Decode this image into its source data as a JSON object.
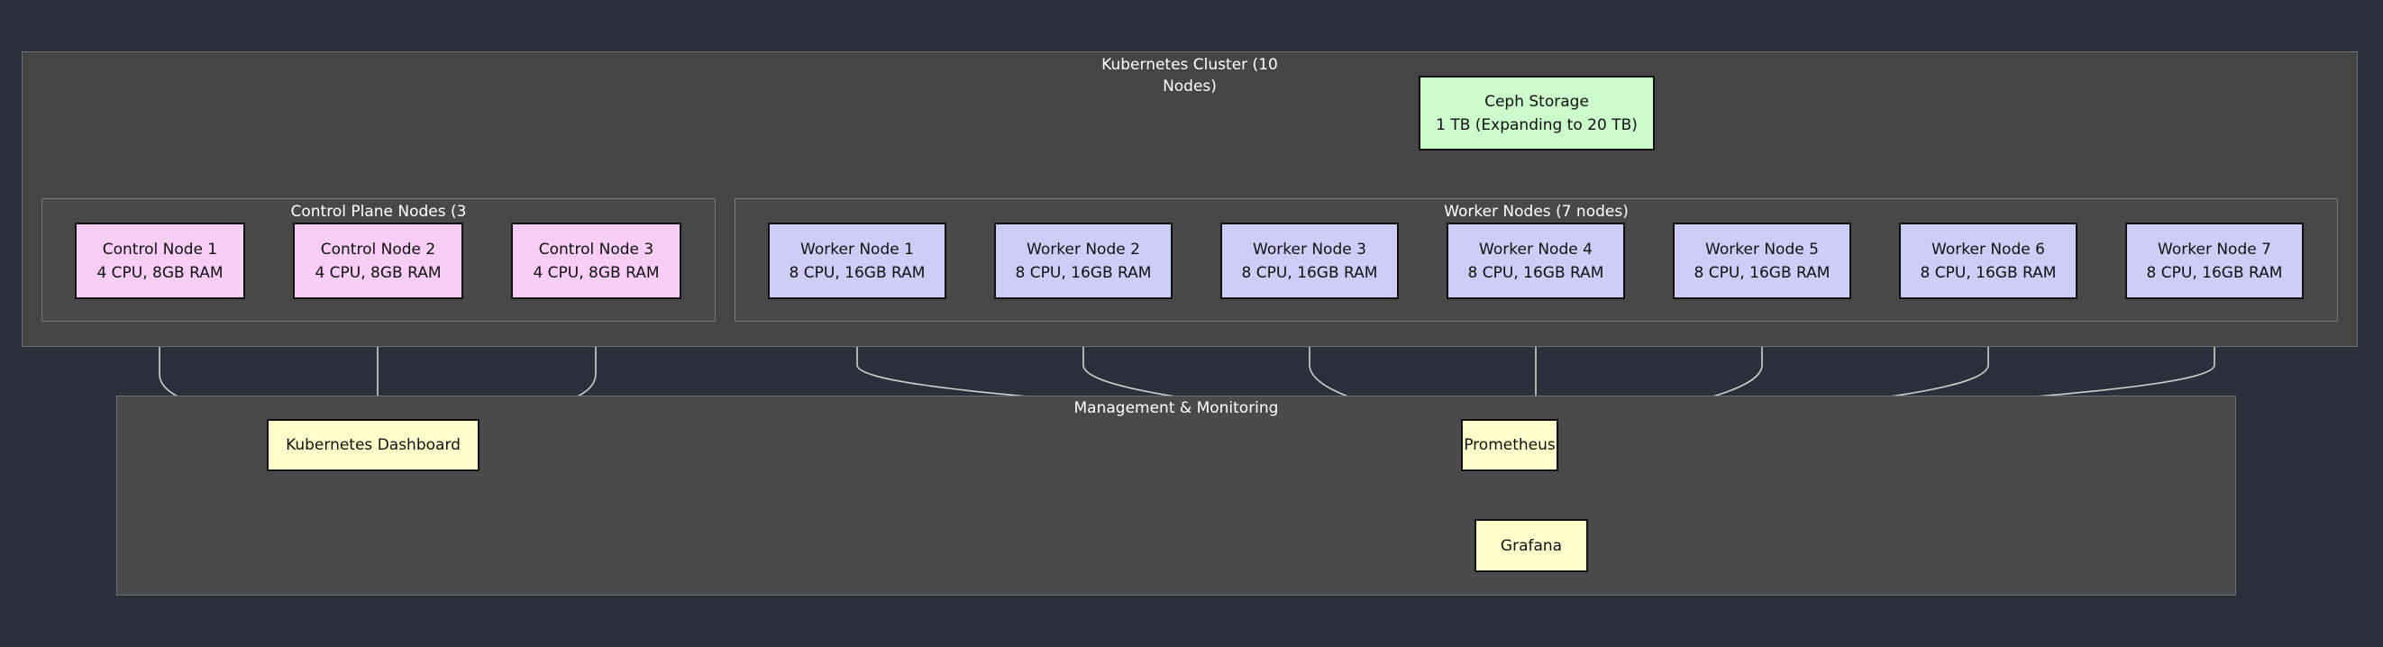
{
  "cluster": {
    "title_line1": "Kubernetes Cluster (10",
    "title_line2": "Nodes)",
    "control_plane": {
      "title": "Control Plane Nodes (3",
      "nodes": [
        {
          "name": "Control Node 1",
          "spec": "4 CPU, 8GB RAM"
        },
        {
          "name": "Control Node 2",
          "spec": "4 CPU, 8GB RAM"
        },
        {
          "name": "Control Node 3",
          "spec": "4 CPU, 8GB RAM"
        }
      ]
    },
    "workers": {
      "title": "Worker Nodes (7 nodes)",
      "nodes": [
        {
          "name": "Worker Node 1",
          "spec": "8 CPU, 16GB RAM"
        },
        {
          "name": "Worker Node 2",
          "spec": "8 CPU, 16GB RAM"
        },
        {
          "name": "Worker Node 3",
          "spec": "8 CPU, 16GB RAM"
        },
        {
          "name": "Worker Node 4",
          "spec": "8 CPU, 16GB RAM"
        },
        {
          "name": "Worker Node 5",
          "spec": "8 CPU, 16GB RAM"
        },
        {
          "name": "Worker Node 6",
          "spec": "8 CPU, 16GB RAM"
        },
        {
          "name": "Worker Node 7",
          "spec": "8 CPU, 16GB RAM"
        }
      ]
    },
    "storage": {
      "name": "Ceph Storage",
      "spec": "1 TB (Expanding to 20 TB)"
    }
  },
  "management": {
    "title": "Management & Monitoring",
    "dashboard": "Kubernetes Dashboard",
    "prometheus": "Prometheus",
    "grafana": "Grafana"
  },
  "colors": {
    "background": "#2b2f3a",
    "control_node": "#f8cdf6",
    "worker_node": "#cdcdf8",
    "storage_node": "#ccfccc",
    "monitoring_node": "#ffffcc"
  }
}
